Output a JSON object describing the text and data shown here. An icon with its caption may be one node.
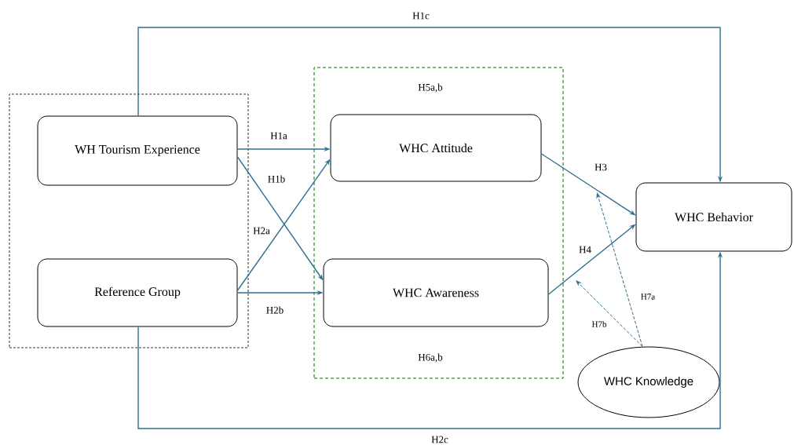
{
  "diagram": {
    "nodes": [
      {
        "text": [],
        "shape": "box"
      },
      {
        "text": [
          "WH Tourism Experience"
        ],
        "in": 0
      },
      {
        "text": [
          "Reference Group"
        ],
        "in": 0
      },
      {
        "text": [
          "H5a,b",
          "H6a,b"
        ]
      },
      {
        "text": [
          "WHC  Attitude"
        ],
        "in": 3
      },
      {
        "text": [
          "WHC Awareness"
        ],
        "in": 3
      },
      {
        "text": [
          "WHC Behavior"
        ]
      },
      {
        "text": [
          "WHC Knowledge"
        ]
      }
    ],
    "edges": [
      {
        "from": 1,
        "to": 6,
        "arrow": "to",
        "label": "H1c"
      },
      {
        "from": 1,
        "to": 4,
        "arrow": "to",
        "label": "H1a"
      },
      {
        "from": 1,
        "to": 5,
        "arrow": "to",
        "label": "H1b"
      },
      {
        "from": 2,
        "to": 4,
        "arrow": "to",
        "label": "H2a"
      },
      {
        "from": 2,
        "to": 5,
        "arrow": "to",
        "label": "H2b"
      },
      {
        "from": 2,
        "to": 6,
        "arrow": "to",
        "label": "H2c"
      },
      {
        "from": 4,
        "to": 6,
        "arrow": "to",
        "label": "H3"
      },
      {
        "from": 5,
        "to": 6,
        "arrow": "to",
        "label": "H4"
      },
      {
        "from": 7,
        "to": null,
        "arrow": "to",
        "label": "H7a",
        "style": "dashed"
      },
      {
        "from": 7,
        "to": null,
        "arrow": "to",
        "label": "H7b",
        "style": "dashed"
      }
    ]
  }
}
